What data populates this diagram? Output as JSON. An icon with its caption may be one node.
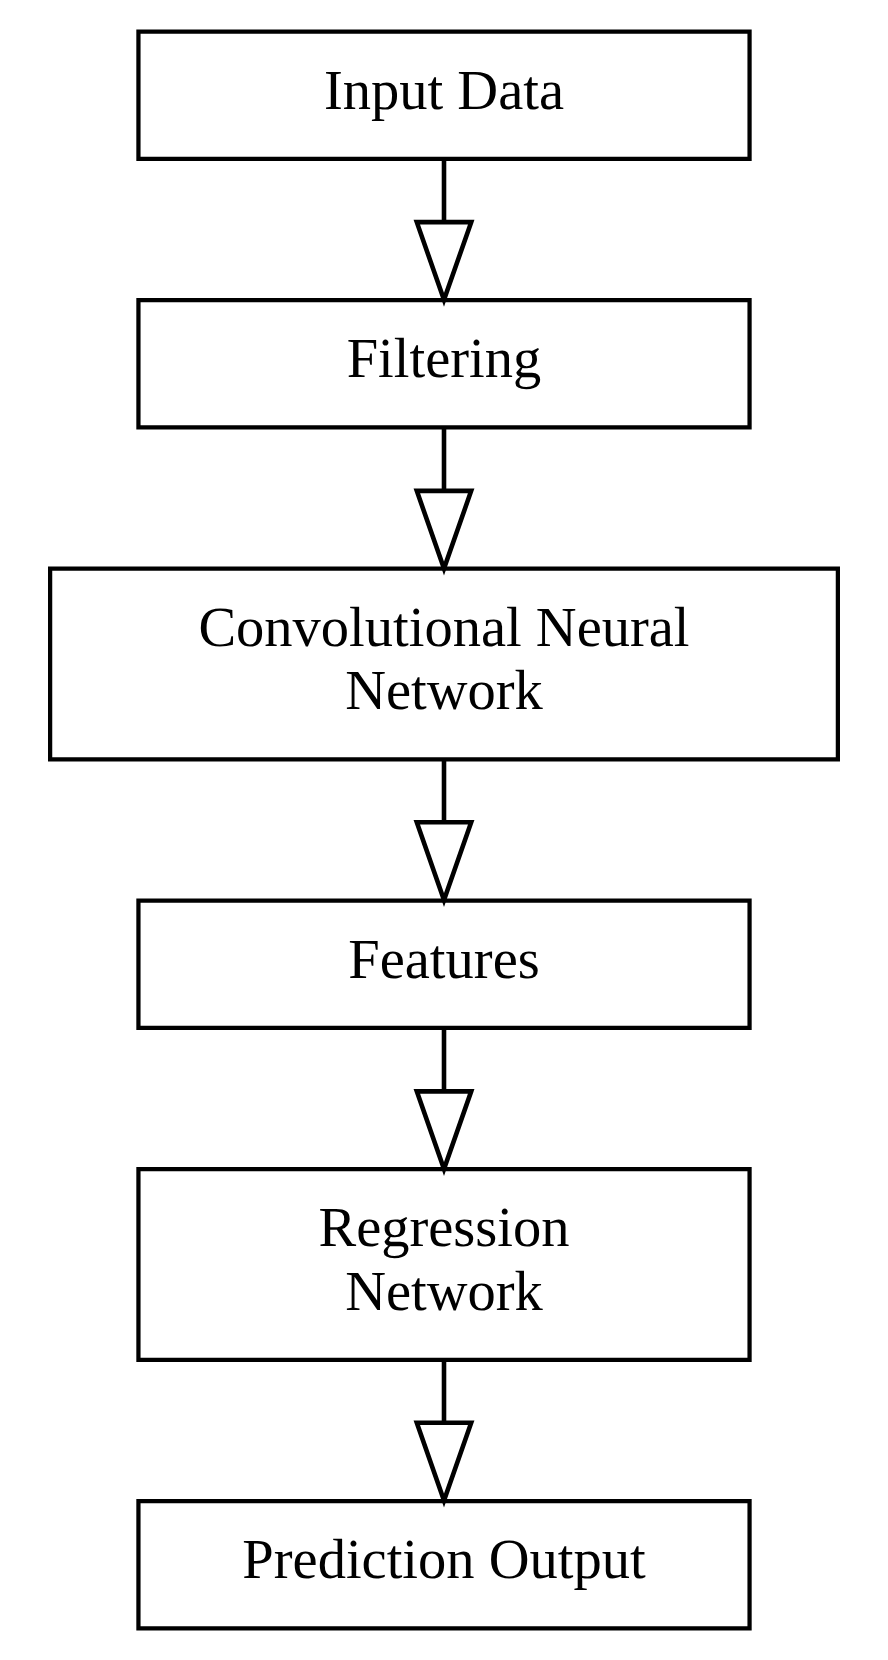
{
  "diagram": {
    "nodes": [
      {
        "text": [
          "Input Data"
        ]
      },
      {
        "text": [
          "Filtering"
        ]
      },
      {
        "text": [
          "Convolutional Neural Network"
        ]
      },
      {
        "text": [
          "Features"
        ]
      },
      {
        "text": [
          "Regression Network"
        ]
      },
      {
        "text": [
          "Prediction Output"
        ]
      }
    ],
    "edges": [
      {
        "from": 0,
        "to": 1,
        "arrow": "to"
      },
      {
        "from": 1,
        "to": 2,
        "arrow": "to"
      },
      {
        "from": 2,
        "to": 3,
        "arrow": "to"
      },
      {
        "from": 3,
        "to": 4,
        "arrow": "to"
      },
      {
        "from": 4,
        "to": 5,
        "arrow": "to"
      }
    ]
  }
}
